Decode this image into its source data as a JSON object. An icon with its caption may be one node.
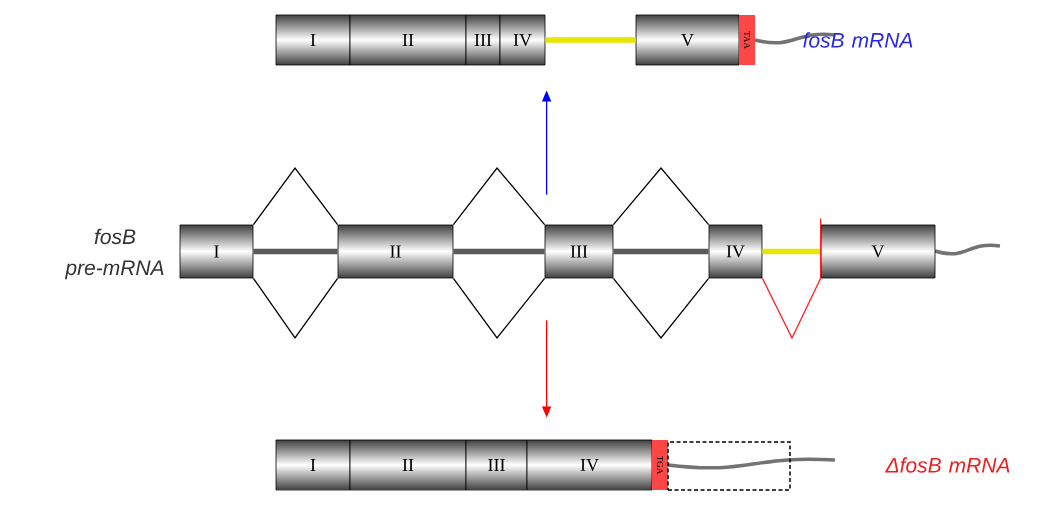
{
  "diagram": {
    "nodes": [
      {
        "text": [
          "I"
        ]
      },
      {
        "text": [
          "II"
        ]
      },
      {
        "text": [
          "III"
        ]
      },
      {
        "text": [
          "IV"
        ]
      },
      {
        "text": [
          "V"
        ]
      },
      {
        "text": [
          "TAA"
        ]
      },
      {
        "text": [
          "I"
        ]
      },
      {
        "text": [
          "II"
        ]
      },
      {
        "text": [
          "III"
        ]
      },
      {
        "text": [
          "IV"
        ]
      },
      {
        "text": [
          "V"
        ]
      },
      {
        "text": [
          "I"
        ]
      },
      {
        "text": [
          "II"
        ]
      },
      {
        "text": [
          "III"
        ]
      },
      {
        "text": [
          "IV"
        ]
      },
      {
        "text": [
          "TGA"
        ]
      },
      {
        "text": [],
        "shape": "box"
      }
    ],
    "edges": [
      {
        "from": 3,
        "to": 4,
        "arrow": "none",
        "style": "thick",
        "color": "#e6e600"
      },
      {
        "from": 6,
        "to": 7,
        "arrow": "none",
        "style": "thick",
        "color": "#5a5a5a"
      },
      {
        "from": 7,
        "to": 8,
        "arrow": "none",
        "style": "thick",
        "color": "#5a5a5a"
      },
      {
        "from": 8,
        "to": 9,
        "arrow": "none",
        "style": "thick",
        "color": "#5a5a5a"
      },
      {
        "from": 9,
        "to": 10,
        "arrow": "none",
        "style": "thick",
        "color": "#e6e600"
      },
      {
        "from": 6,
        "to": 7,
        "arrow": "none"
      },
      {
        "from": 6,
        "to": 7,
        "arrow": "none"
      },
      {
        "from": 7,
        "to": 8,
        "arrow": "none"
      },
      {
        "from": 7,
        "to": 8,
        "arrow": "none"
      },
      {
        "from": 8,
        "to": 9,
        "arrow": "none"
      },
      {
        "from": 8,
        "to": 9,
        "arrow": "none"
      },
      {
        "from": 9,
        "to": 10,
        "arrow": "none",
        "color": "#ff2020"
      },
      {
        "from": 8,
        "to": 3,
        "arrow": "to",
        "color": "#0000ff"
      },
      {
        "from": 8,
        "to": 14,
        "arrow": "to",
        "color": "#ff0000"
      }
    ],
    "labels": [
      "fosB pre-mRNA",
      "fosB mRNA",
      "ΔfosB mRNA"
    ]
  }
}
